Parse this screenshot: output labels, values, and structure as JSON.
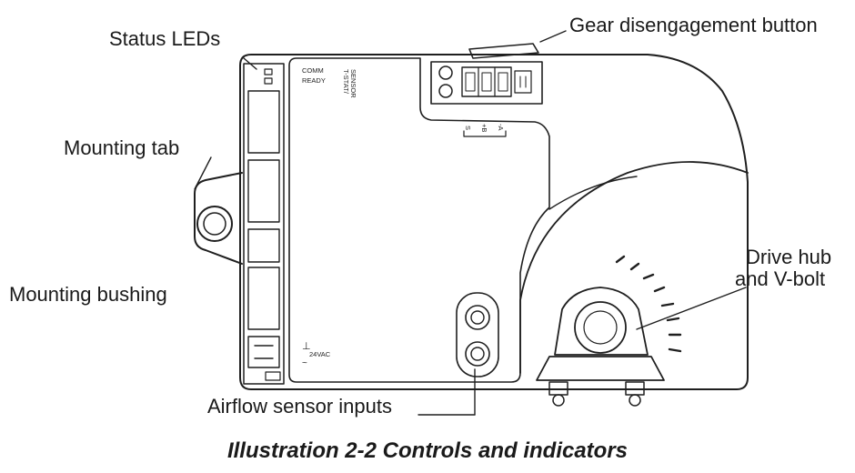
{
  "callouts": {
    "status_leds": "Status LEDs",
    "gear_button": "Gear disengagement button",
    "mounting_tab": "Mounting tab",
    "mounting_bushing": "Mounting bushing",
    "drive_hub_line1": "Drive hub",
    "drive_hub_line2": "and V-bolt",
    "airflow_inputs": "Airflow sensor inputs"
  },
  "panel_text": {
    "comm": "COMM",
    "ready": "READY",
    "tstat_line1": "T-STAT/",
    "tstat_line2": "SENSOR",
    "term_s": "S",
    "term_b": "+B",
    "term_a": "-A",
    "ground_symbol": "⊥",
    "volt_label": "24VAC",
    "ac_symbol": "~"
  },
  "caption": "Illustration 2-2 Controls and indicators"
}
